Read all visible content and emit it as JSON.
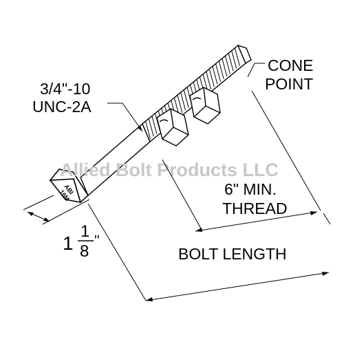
{
  "labels": {
    "thread_spec_line1": "3/4\"-10",
    "thread_spec_line2": "UNC-2A",
    "point_line1": "CONE",
    "point_line2": "POINT",
    "thread_length_line1": "6\" MIN.",
    "thread_length_line2": "THREAD",
    "bolt_length": "BOLT LENGTH",
    "head_whole": "1",
    "head_numerator": "1",
    "head_denominator": "8",
    "head_inch_mark": "''"
  },
  "head_marking": {
    "line1": "ABI",
    "line2": "16M"
  },
  "watermark": "Allied Bolt Products LLC"
}
